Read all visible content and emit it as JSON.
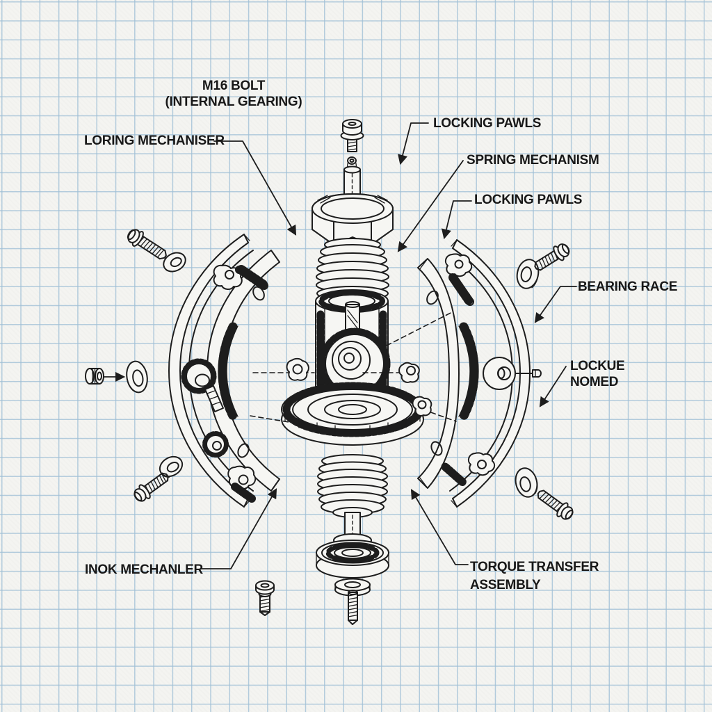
{
  "document": {
    "kind": "exploded-view mechanical blueprint on graph paper"
  },
  "labels": {
    "m16_line1": "M16 BOLT",
    "m16_line2": "(INTERNAL GEARING)",
    "loring": "LORING MECHANISER",
    "locking_top": "LOCKING PAWLS",
    "spring": "SPRING MECHANISM",
    "locking_right": "LOCKING PAWLS",
    "bearing": "BEARING RACE",
    "lockue_line1": "LOCKUE",
    "lockue_line2": "NOMED",
    "torque_line1": "TORQUE TRANSFER",
    "torque_line2": "ASSEMBLY",
    "inok": "INOK MECHANLER"
  },
  "colors": {
    "paper": "#f4f4f1",
    "grid": "#9fbfd6",
    "ink": "#1d1d1d"
  },
  "parts_depicted": [
    "flanged-bolt",
    "cotter-pin",
    "center-pin",
    "hex-nut",
    "upper-spring-bellows",
    "gear-housing",
    "internal-gear",
    "main-ring-gear",
    "lower-spring-bellows",
    "lower-shaft",
    "spacer",
    "ball-bearing",
    "washer",
    "threaded-stud",
    "left-housing-shell",
    "left-pawl-carrier",
    "right-housing-shell",
    "right-pawl-carrier",
    "locking-pawl",
    "coil-spring",
    "pin-disc",
    "corner-bolts",
    "corner-washers",
    "knurled-nut",
    "machine-screw"
  ]
}
